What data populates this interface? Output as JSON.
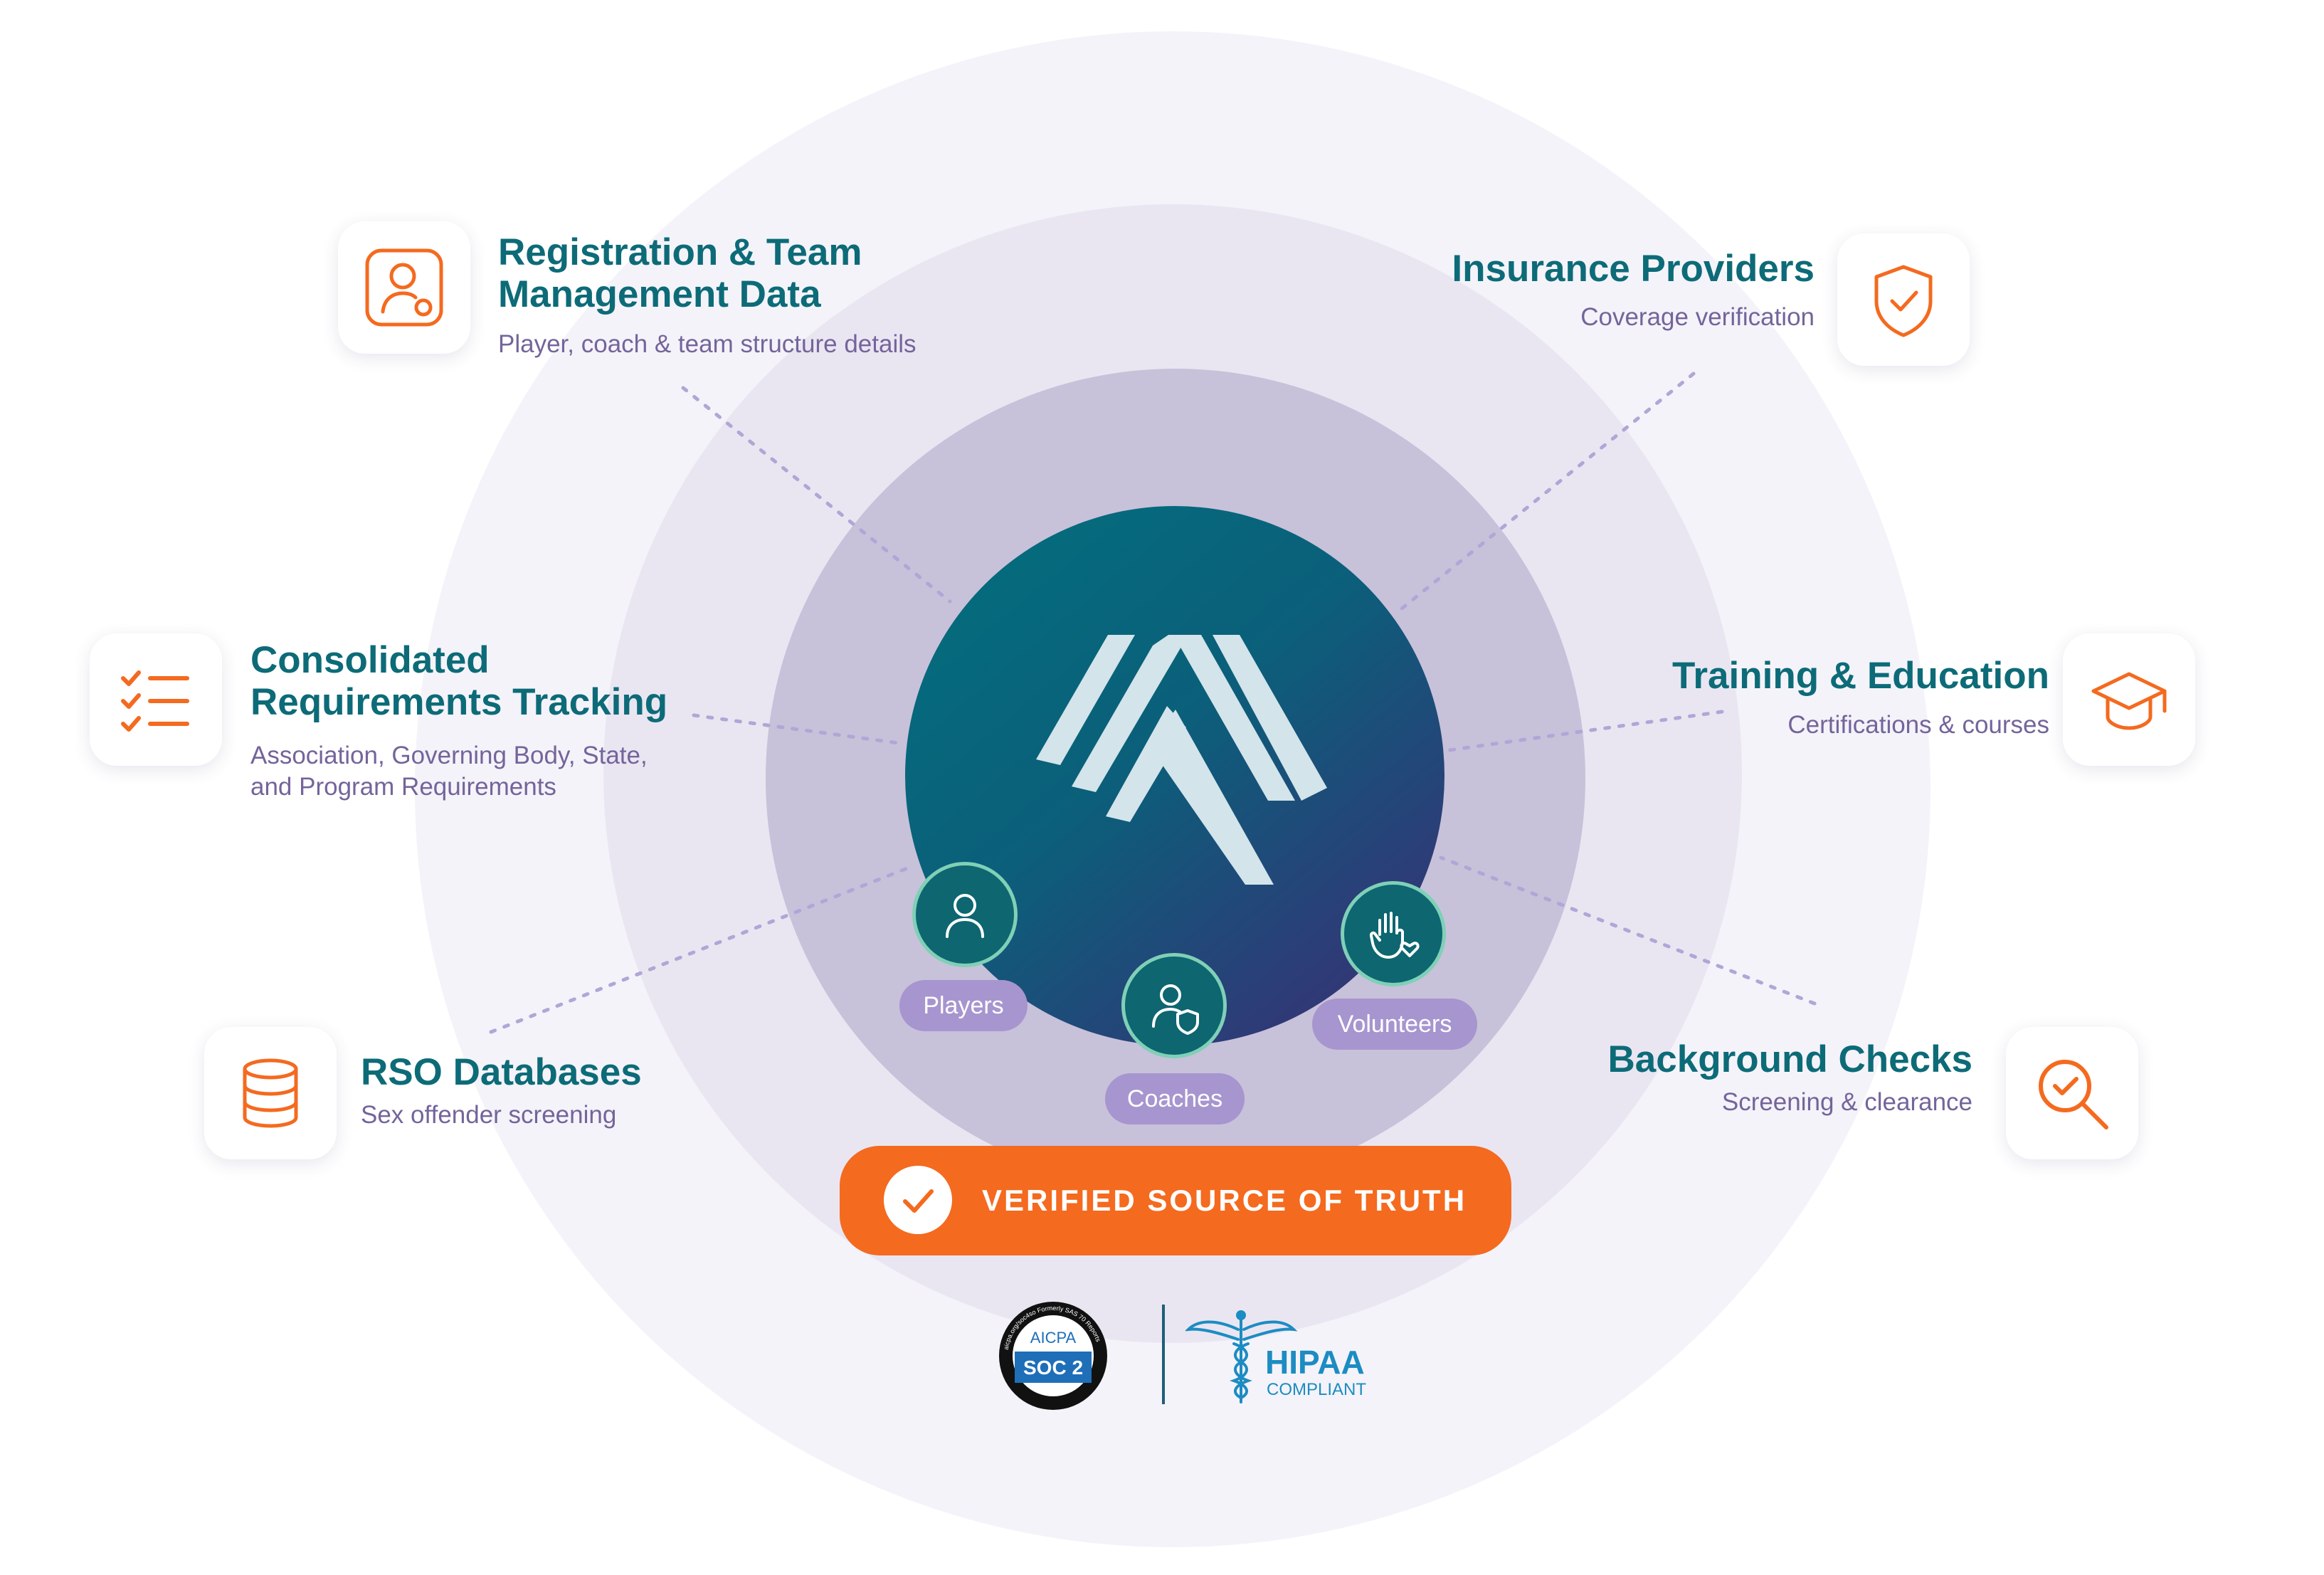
{
  "colors": {
    "teal_title": "#0d6b78",
    "desc_purple": "#74649b",
    "orange_accent": "#f46a1f",
    "pill_purple": "#a795cf"
  },
  "sources": {
    "registration": {
      "title_line1": "Registration & Team",
      "title_line2": "Management Data",
      "desc": "Player, coach & team structure details",
      "icon": "user-profile-icon"
    },
    "insurance": {
      "title": "Insurance Providers",
      "desc": "Coverage verification",
      "icon": "shield-check-icon"
    },
    "requirements": {
      "title_line1": "Consolidated",
      "title_line2": "Requirements Tracking",
      "desc_line1": "Association, Governing Body, State,",
      "desc_line2": "and Program Requirements",
      "icon": "checklist-icon"
    },
    "training": {
      "title": "Training & Education",
      "desc": "Certifications & courses",
      "icon": "graduation-cap-icon"
    },
    "rso": {
      "title": "RSO Databases",
      "desc": "Sex offender screening",
      "icon": "database-icon"
    },
    "background": {
      "title": "Background Checks",
      "desc": "Screening & clearance",
      "icon": "magnifier-check-icon"
    }
  },
  "center": {
    "logo": "chevron-stripes-logo",
    "roles": [
      {
        "label": "Players",
        "icon": "person-icon"
      },
      {
        "label": "Coaches",
        "icon": "person-shield-icon"
      },
      {
        "label": "Volunteers",
        "icon": "hand-heart-icon"
      }
    ]
  },
  "banner": {
    "label": "VERIFIED SOURCE OF TRUTH",
    "icon": "check-icon"
  },
  "compliance": {
    "soc2": {
      "line1": "AICPA",
      "line2": "SOC 2",
      "ring_text": "aicpa.org/soc4so Formerly SAS 70 Reports"
    },
    "hipaa": {
      "line1": "HIPAA",
      "line2": "COMPLIANT",
      "icon": "caduceus-icon"
    }
  }
}
